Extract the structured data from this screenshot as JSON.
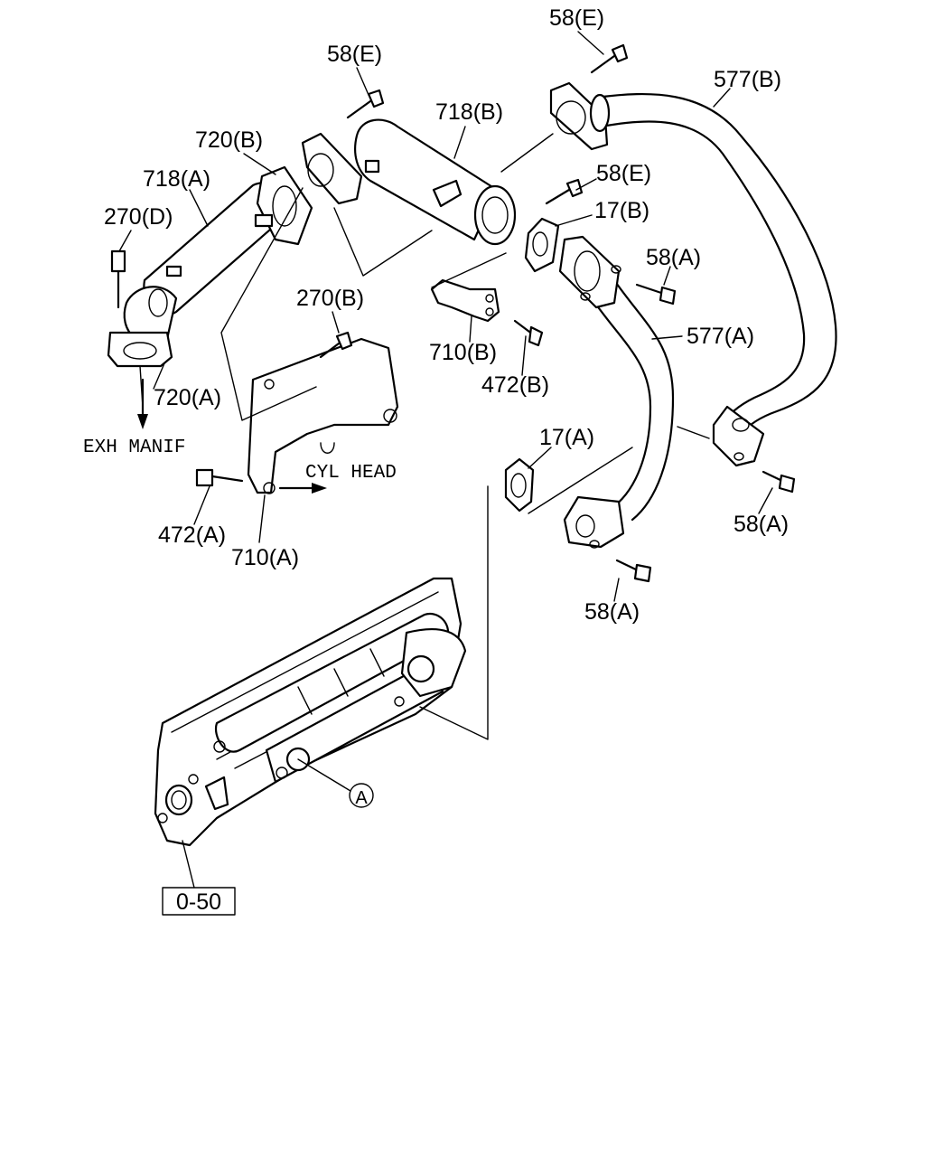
{
  "labels": {
    "b58e_top": "58(E)",
    "b58e_left": "58(E)",
    "b58e_mid": "58(E)",
    "p577b": "577(B)",
    "p718b": "718(B)",
    "p720b": "720(B)",
    "p718a": "718(A)",
    "p270d": "270(D)",
    "p17b": "17(B)",
    "b58a_1": "58(A)",
    "p270b": "270(B)",
    "p710b": "710(B)",
    "p577a": "577(A)",
    "p472b": "472(B)",
    "p720a": "720(A)",
    "exh_manif": "EXH MANIF",
    "p17a": "17(A)",
    "cyl_head": "CYL HEAD",
    "p472a": "472(A)",
    "b58a_2": "58(A)",
    "p710a": "710(A)",
    "b58a_3": "58(A)",
    "callout_a": "A",
    "ref_box": "0-50"
  }
}
